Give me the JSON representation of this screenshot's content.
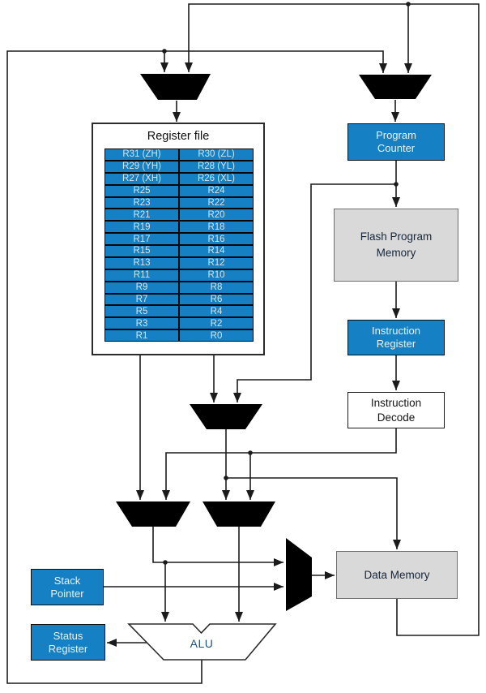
{
  "register_file": {
    "title": "Register file",
    "rows": [
      {
        "left": "R31 (ZH)",
        "right": "R30 (ZL)"
      },
      {
        "left": "R29 (YH)",
        "right": "R28 (YL)"
      },
      {
        "left": "R27 (XH)",
        "right": "R26 (XL)"
      },
      {
        "left": "R25",
        "right": "R24"
      },
      {
        "left": "R23",
        "right": "R22"
      },
      {
        "left": "R21",
        "right": "R20"
      },
      {
        "left": "R19",
        "right": "R18"
      },
      {
        "left": "R17",
        "right": "R16"
      },
      {
        "left": "R15",
        "right": "R14"
      },
      {
        "left": "R13",
        "right": "R12"
      },
      {
        "left": "R11",
        "right": "R10"
      },
      {
        "left": "R9",
        "right": "R8"
      },
      {
        "left": "R7",
        "right": "R6"
      },
      {
        "left": "R5",
        "right": "R4"
      },
      {
        "left": "R3",
        "right": "R2"
      },
      {
        "left": "R1",
        "right": "R0"
      }
    ]
  },
  "blocks": {
    "program_counter": {
      "lines": [
        "Program",
        "Counter"
      ]
    },
    "flash_program_memory": {
      "lines": [
        "Flash Program",
        "Memory"
      ]
    },
    "instruction_register": {
      "lines": [
        "Instruction",
        "Register"
      ]
    },
    "instruction_decode": {
      "lines": [
        "Instruction",
        "Decode"
      ]
    },
    "data_memory": {
      "label": "Data Memory"
    },
    "stack_pointer": {
      "lines": [
        "Stack",
        "Pointer"
      ]
    },
    "status_register": {
      "lines": [
        "Status",
        "Register"
      ]
    },
    "alu": {
      "label": "ALU"
    }
  },
  "colors": {
    "block_blue": "#1580c4",
    "block_gray": "#d9d9d9",
    "wire": "#1b1b1b",
    "mux_fill": "#000000",
    "alu_text": "#1f4e79",
    "text_on_blue": "#eaf2f8"
  }
}
